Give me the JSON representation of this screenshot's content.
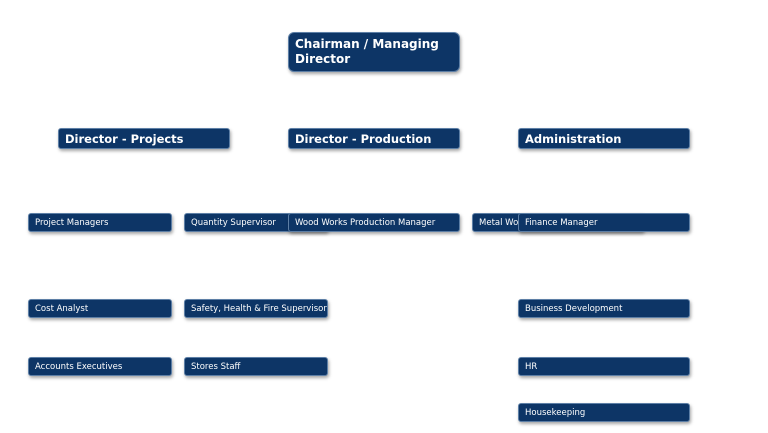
{
  "chart": {
    "top": "Chairman / Managing Director",
    "directors": {
      "projects": "Director - Projects",
      "production": "Director - Production",
      "admin": "Administration"
    },
    "projects": {
      "project_managers": "Project Managers",
      "cost_analyst": "Cost Analyst",
      "accounts_executives": "Accounts Executives",
      "quantity_supervisor": "Quantity Supervisor",
      "safety": "Safety, Health & Fire Supervisor",
      "stores_staff": "Stores Staff"
    },
    "production": {
      "wood_works": "Wood Works Production Manager",
      "metal_works": "Metal Works Production Manager"
    },
    "administration": {
      "finance": "Finance Manager",
      "business_dev": "Business Development",
      "hr": "HR",
      "housekeeping": "Housekeeping"
    }
  }
}
